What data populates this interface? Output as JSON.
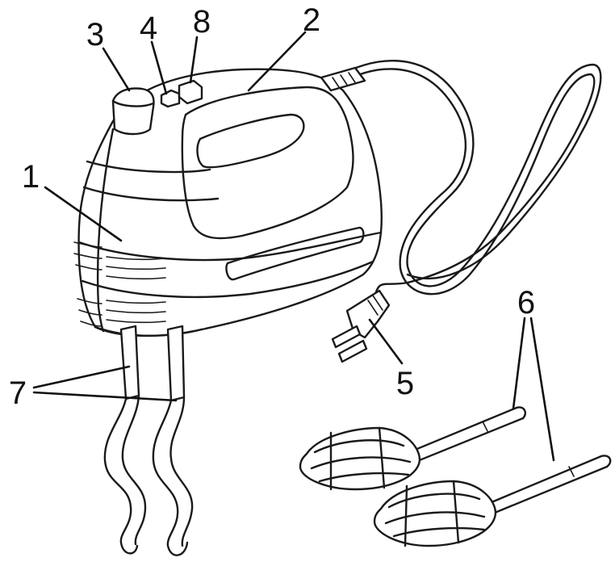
{
  "labels": {
    "l1": "1",
    "l2": "2",
    "l3": "3",
    "l4": "4",
    "l5": "5",
    "l6": "6",
    "l7": "7",
    "l8": "8"
  },
  "colors": {
    "ink": "#1a1a1a",
    "background": "#ffffff"
  }
}
